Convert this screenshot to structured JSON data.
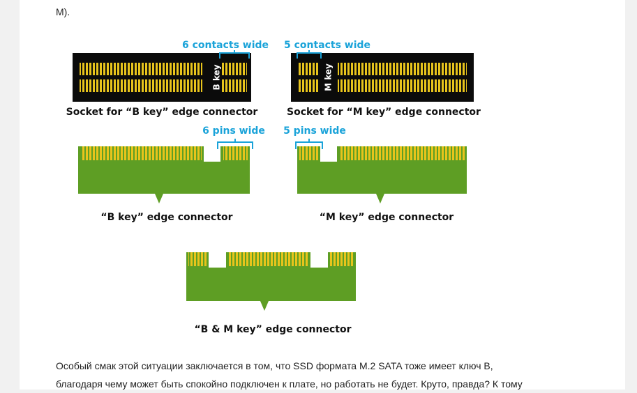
{
  "article": {
    "top_fragment": "М).",
    "figure": {
      "annotations": {
        "b_socket_width": "6 contacts wide",
        "m_socket_width": "5 contacts wide",
        "b_card_width": "6 pins wide",
        "m_card_width": "5 pins wide"
      },
      "key_labels": {
        "b": "B key",
        "m": "M key"
      },
      "captions": {
        "b_socket": "Socket for “B key” edge connector",
        "m_socket": "Socket for “M key” edge connector",
        "b_card": "“B key” edge connector",
        "m_card": "“M key” edge connector",
        "bm_card": "“B & M key” edge connector"
      }
    },
    "paragraph_lines": [
      "Особый смак этой ситуации заключается в том, что SSD формата M.2 SATA тоже имеет ключ B,",
      "благодаря чему может быть спокойно подключен к плате, но работать не будет. Круто, правда? К тому"
    ]
  },
  "colors": {
    "annotation_blue": "#1aa3d9",
    "pcb_green": "#5e9e24",
    "contact_gold": "#e8c41c",
    "socket_black": "#0b0b0b",
    "caption_text": "#111111"
  }
}
